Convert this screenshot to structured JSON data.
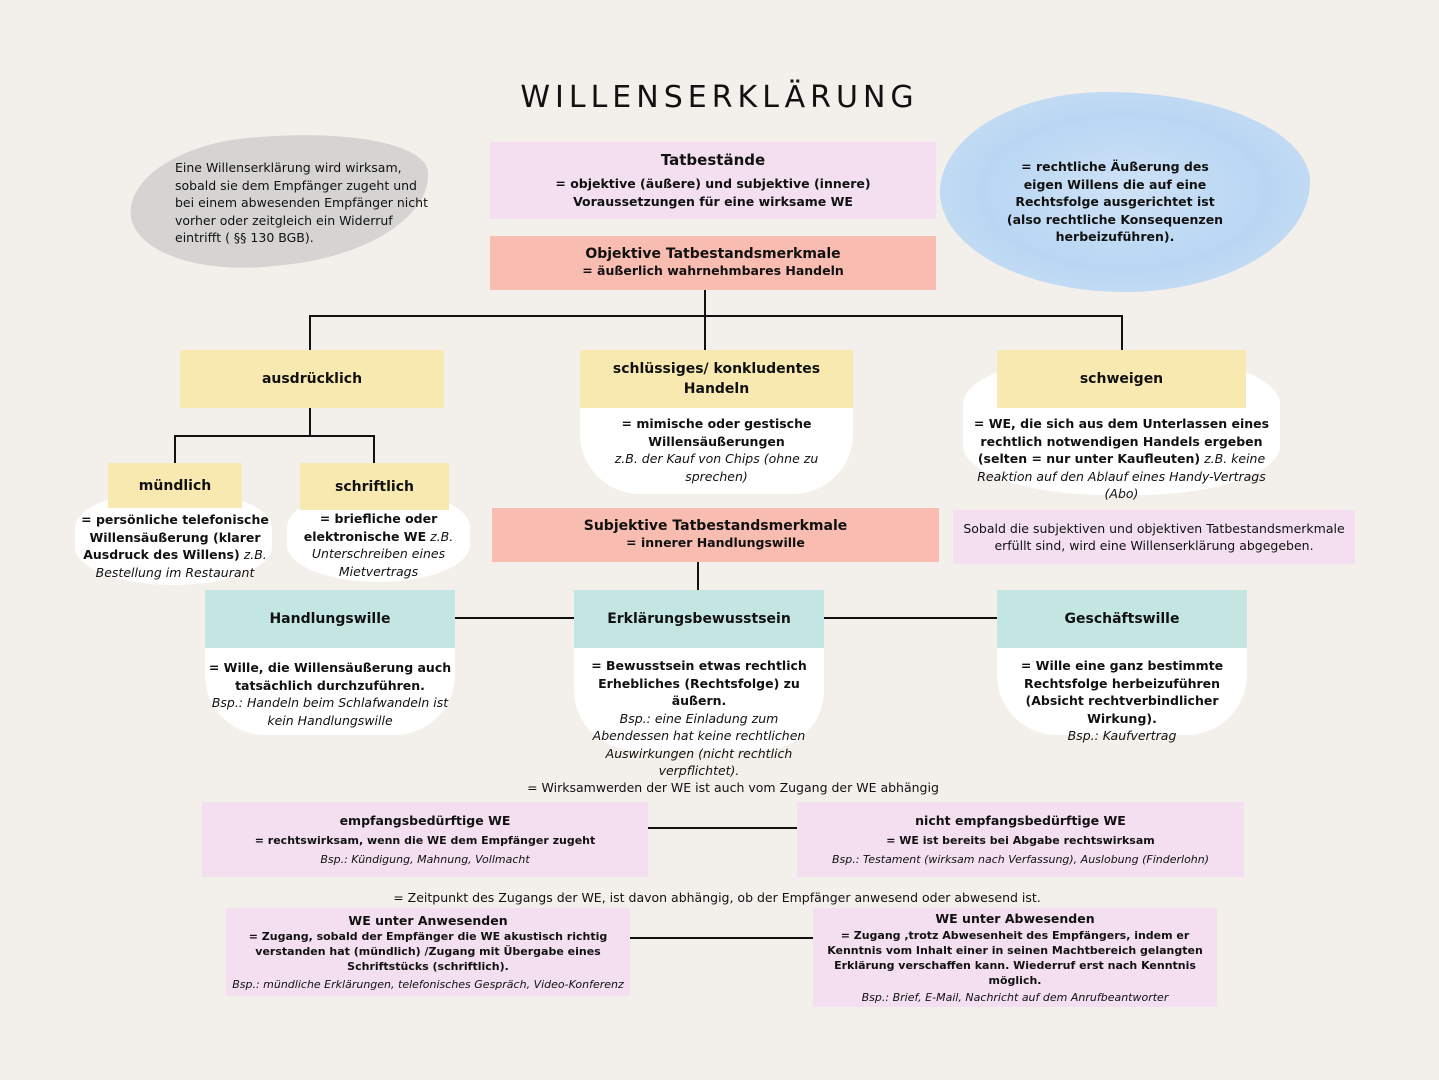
{
  "title": "WILLENSERKLÄRUNG",
  "colors": {
    "background": "#f3efea",
    "pink": "#f3dff0",
    "salmon": "#f8bcb0",
    "yellow": "#f8e9b0",
    "teal": "#c3e6e3",
    "gray_brush": "#cfcfcf",
    "blue_watercolor": "#b8d6f3"
  },
  "note_left": "Eine Willenserklärung wird wirksam, sobald sie dem Empfänger zugeht und bei einem abwesenden Empfänger nicht vorher oder zeitgleich ein Widerruf eintrifft ( §§ 130 BGB).",
  "note_right": "= rechtliche Äußerung des eigen Willens die auf eine Rechtsfolge ausgerichtet ist (also rechtliche Konsequenzen herbeizuführen).",
  "tatbestaende": {
    "title": "Tatbestände",
    "text": "= objektive (äußere) und subjektive (innere) Voraussetzungen für eine wirksame WE"
  },
  "objektiv": {
    "title": "Objektive Tatbestandsmerkmale",
    "text": "= äußerlich wahrnehmbares Handeln"
  },
  "ausdruecklich": {
    "title": "ausdrücklich"
  },
  "muendlich": {
    "title": "mündlich",
    "text": "= persönliche telefonische Willensäußerung (klarer Ausdruck des Willens)",
    "example": "z.B. Bestellung im Restaurant"
  },
  "schriftlich": {
    "title": "schriftlich",
    "text": "= briefliche oder elektronische WE",
    "example": "z.B. Unterschreiben eines Mietvertrags"
  },
  "schluessig": {
    "title": "schlüssiges/ konkludentes Handeln",
    "text": "= mimische oder gestische Willensäußerungen",
    "example": "z.B. der Kauf von Chips (ohne zu sprechen)"
  },
  "schweigen": {
    "title": "schweigen",
    "text": "= WE, die sich aus dem Unterlassen eines rechtlich notwendigen Handels ergeben (selten = nur unter Kaufleuten)",
    "example": "z.B. keine Reaktion auf den Ablauf eines Handy-Vertrags (Abo)"
  },
  "sobald": "Sobald die subjektiven und objektiven Tatbestandsmerkmale erfüllt sind, wird eine Willenserklärung abgegeben.",
  "subjektiv": {
    "title": "Subjektive Tatbestandsmerkmale",
    "text": "= innerer Handlungswille"
  },
  "handlungswille": {
    "title": "Handlungswille",
    "text": "= Wille, die Willensäußerung auch tatsächlich durchzuführen.",
    "example": "Bsp.: Handeln beim Schlafwandeln ist kein Handlungswille"
  },
  "erklaerung": {
    "title": "Erklärungsbewusstsein",
    "text": "= Bewusstsein etwas rechtlich Erhebliches (Rechtsfolge) zu äußern.",
    "example": "Bsp.: eine Einladung zum Abendessen hat keine rechtlichen Auswirkungen (nicht rechtlich verpflichtet)."
  },
  "geschaeftswille": {
    "title": "Geschäftswille",
    "text": "= Wille eine ganz bestimmte Rechtsfolge herbeizuführen (Absicht rechtverbindlicher Wirkung).",
    "example": "Bsp.: Kaufvertrag"
  },
  "zugang_note": "= Wirksamwerden der WE ist auch vom Zugang der WE abhängig",
  "empfangs": {
    "title": "empfangsbedürftige WE",
    "text": "= rechtswirksam, wenn die WE dem Empfänger zugeht",
    "example": "Bsp.:  Kündigung, Mahnung, Vollmacht"
  },
  "nicht_empfangs": {
    "title": "nicht empfangsbedürftige WE",
    "text": "= WE ist bereits bei Abgabe rechtswirksam",
    "example": "Bsp.:  Testament (wirksam nach Verfassung), Auslobung (Finderlohn)"
  },
  "zeitpunkt_note": "= Zeitpunkt des Zugangs der WE, ist davon abhängig, ob der Empfänger anwesend oder abwesend ist.",
  "anwesend": {
    "title": "WE unter Anwesenden",
    "text": "= Zugang, sobald der Empfänger die WE akustisch richtig verstanden hat (mündlich) /Zugang mit Übergabe eines Schriftstücks (schriftlich).",
    "example": "Bsp.: mündliche Erklärungen, telefonisches Gespräch, Video-Konferenz"
  },
  "abwesend": {
    "title": "WE unter Abwesenden",
    "text": "= Zugang ,trotz Abwesenheit des Empfängers, indem er  Kenntnis vom Inhalt einer in seinen Machtbereich gelangten Erklärung verschaffen kann. Wiederruf erst nach Kenntnis möglich.",
    "example": "Bsp.: Brief, E-Mail, Nachricht auf dem Anrufbeantworter"
  }
}
